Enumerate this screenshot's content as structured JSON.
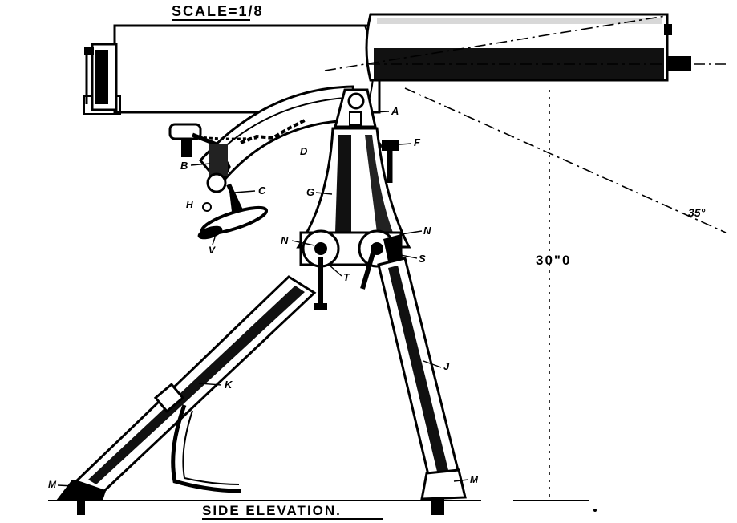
{
  "scale_text": "SCALE=1/8",
  "caption": "SIDE ELEVATION.",
  "height_dimension": "30\"0",
  "angle_label": "35°",
  "part_labels": {
    "a": "A",
    "b": "B",
    "c": "C",
    "d": "D",
    "f": "F",
    "g": "G",
    "h": "H",
    "j": "J",
    "k": "K",
    "m_left": "M",
    "m_right": "M",
    "n_left": "N",
    "n_right": "N",
    "s": "S",
    "t": "T",
    "v": "V"
  },
  "colors": {
    "ink": "#000000",
    "paper": "#ffffff"
  }
}
